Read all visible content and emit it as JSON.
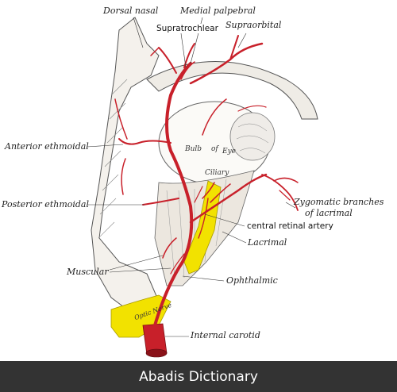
{
  "labels": {
    "dorsal_nasal": "Dorsal nasal",
    "medial_palpebral": "Medial palpebral",
    "supratrochlear": "Supratrochlear",
    "supraorbital": "Supraorbital",
    "anterior_ethmoidal": "Anterior ethmoidal",
    "posterior_ethmoidal": "Posterior ethmoidal",
    "zygomatic_1": "Zygomatic branches",
    "zygomatic_2": "of lacrimal",
    "central_retinal": "central retinal artery",
    "lacrimal": "Lacrimal",
    "muscular": "Muscular",
    "ophthalmic": "Ophthalmic",
    "internal_carotid": "Internal carotid"
  },
  "inner_labels": {
    "bulb": "Bulb",
    "of": "of",
    "eye": "Eye",
    "ciliary": "Ciliary",
    "optic_nerve": "Optic Nerve"
  },
  "colors": {
    "artery": "#c8202a",
    "nerve": "#f2e200",
    "footer_bg": "#333333"
  },
  "footer": {
    "text": "Abadis Dictionary"
  }
}
